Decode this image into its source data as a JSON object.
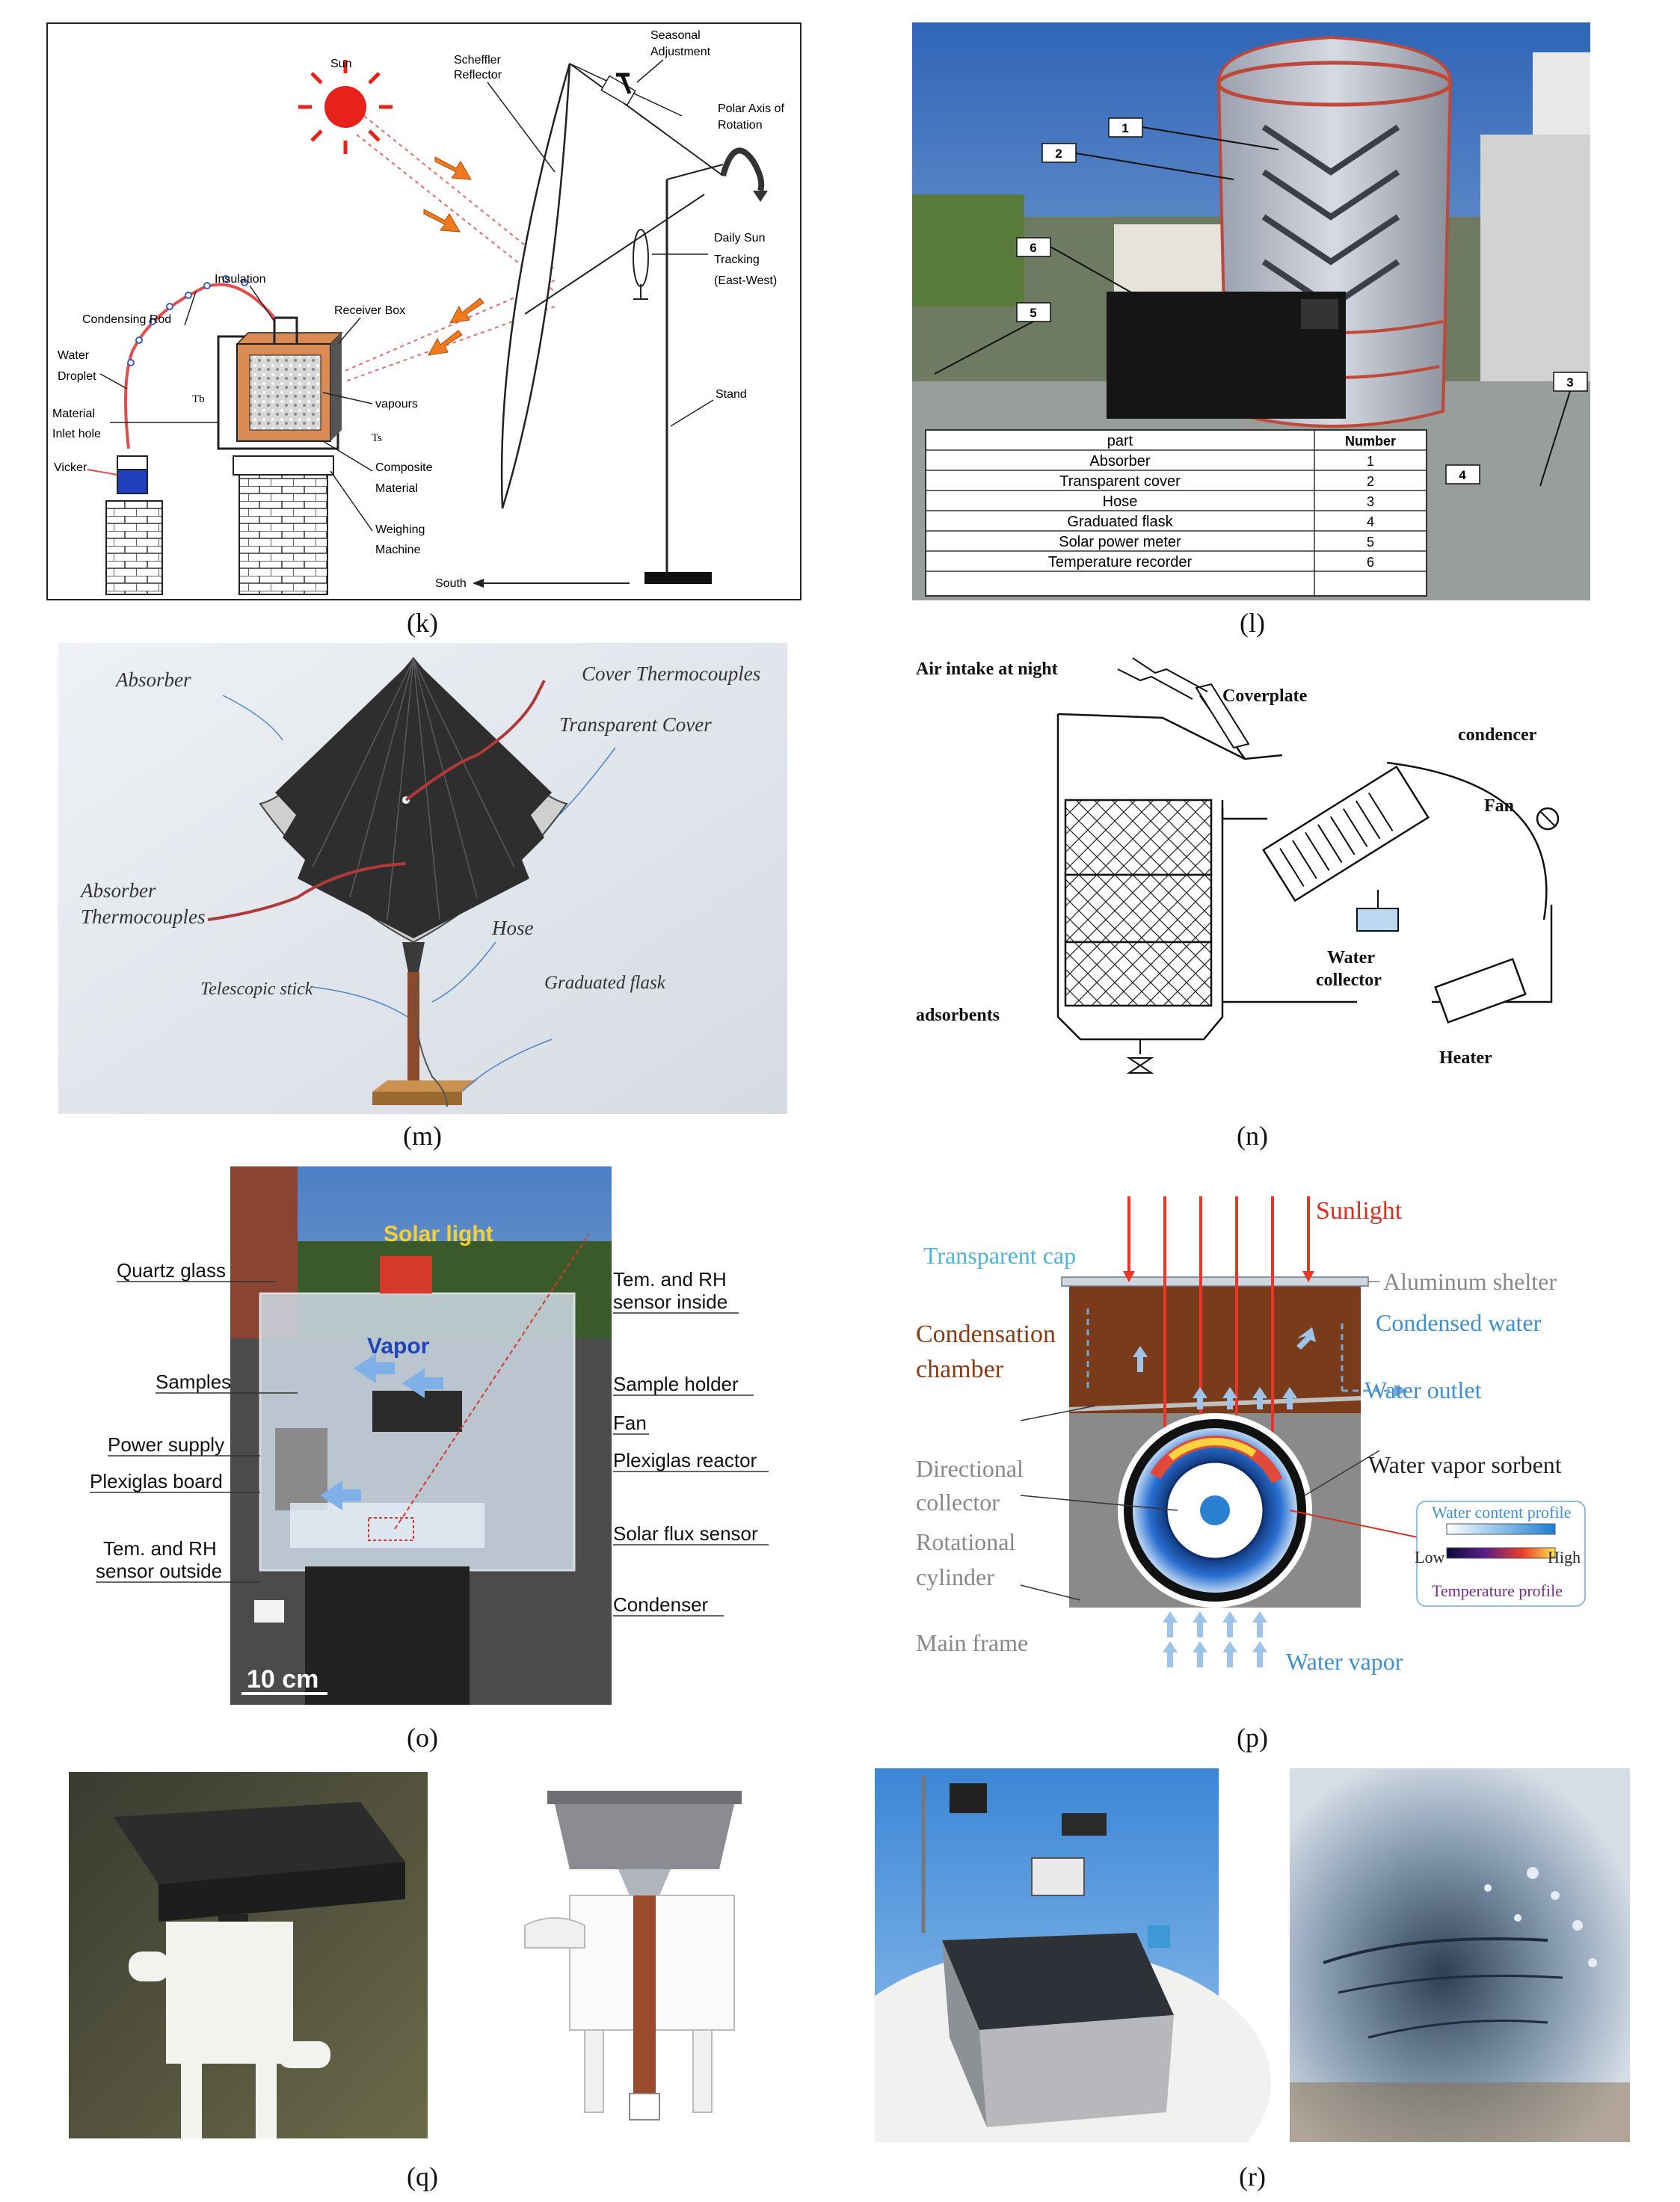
{
  "captions": {
    "k": "(k)",
    "l": "(l)",
    "m": "(m)",
    "n": "(n)",
    "o": "(o)",
    "p": "(p)",
    "q": "(q)",
    "r": "(r)"
  },
  "k": {
    "sun": "Sun",
    "scheffler": [
      "Scheffler",
      "Reflector"
    ],
    "seasonal": [
      "Seasonal",
      "Adjustment"
    ],
    "polar": [
      "Polar Axis of",
      "Rotation"
    ],
    "daily": [
      "Daily Sun",
      "Tracking",
      "(East-West)"
    ],
    "stand": "Stand",
    "south": "South",
    "insulation": "Insulation",
    "condensing_rod": "Condensing Rod",
    "receiver_box": "Receiver Box",
    "water_droplet": [
      "Water",
      "Droplet"
    ],
    "material_inlet": [
      "Material",
      "Inlet hole"
    ],
    "vicker": "Vicker",
    "vapours": "vapours",
    "composite": [
      "Composite",
      "Material"
    ],
    "weighing": [
      "Weighing",
      "Machine"
    ],
    "tb": "Tb",
    "ts": "Ts"
  },
  "l": {
    "callouts": [
      "1",
      "2",
      "3",
      "4",
      "5",
      "6"
    ],
    "table_headers": [
      "part",
      "Number"
    ],
    "table_rows": [
      [
        "Absorber",
        "1"
      ],
      [
        "Transparent cover",
        "2"
      ],
      [
        "Hose",
        "3"
      ],
      [
        "Graduated flask",
        "4"
      ],
      [
        "Solar power meter",
        "5"
      ],
      [
        "Temperature recorder",
        "6"
      ]
    ]
  },
  "m": {
    "absorber": "Absorber",
    "cover_thermo": "Cover Thermocouples",
    "transparent_cover": "Transparent Cover",
    "absorber_thermo": [
      "Absorber",
      "Thermocouples"
    ],
    "hose": "Hose",
    "telescopic": "Telescopic stick",
    "flask": "Graduated flask"
  },
  "n": {
    "air_intake": "Air intake at night",
    "coverplate": "Coverplate",
    "condencer": "condencer",
    "fan": "Fan",
    "water_collector": [
      "Water",
      "collector"
    ],
    "adsorbents": "adsorbents",
    "heater": "Heater"
  },
  "o": {
    "solar_light": "Solar light",
    "quartz": "Quartz glass",
    "tem_inside": [
      "Tem. and RH",
      "sensor inside"
    ],
    "vapor": "Vapor",
    "samples": "Samples",
    "sample_holder": "Sample holder",
    "fan": "Fan",
    "power_supply": "Power supply",
    "plexiglas_reactor": "Plexiglas reactor",
    "plexiglas_board": "Plexiglas board",
    "tem_outside": [
      "Tem. and RH",
      "sensor outside"
    ],
    "solar_flux": "Solar flux sensor",
    "condenser": "Condenser",
    "scale": "10 cm"
  },
  "p": {
    "sunlight": "Sunlight",
    "transparent_cap": "Transparent cap",
    "aluminum": "Aluminum shelter",
    "condensation": [
      "Condensation",
      "chamber"
    ],
    "condensed": "Condensed water",
    "water_outlet": "Water outlet",
    "directional": [
      "Directional",
      "collector"
    ],
    "sorbent": "Water vapor sorbent",
    "rotational": [
      "Rotational",
      "cylinder"
    ],
    "main_frame": "Main frame",
    "water_vapor": "Water vapor",
    "legend_title": "Water content profile",
    "legend_low": "Low",
    "legend_high": "High",
    "legend_temp": "Temperature profile"
  }
}
